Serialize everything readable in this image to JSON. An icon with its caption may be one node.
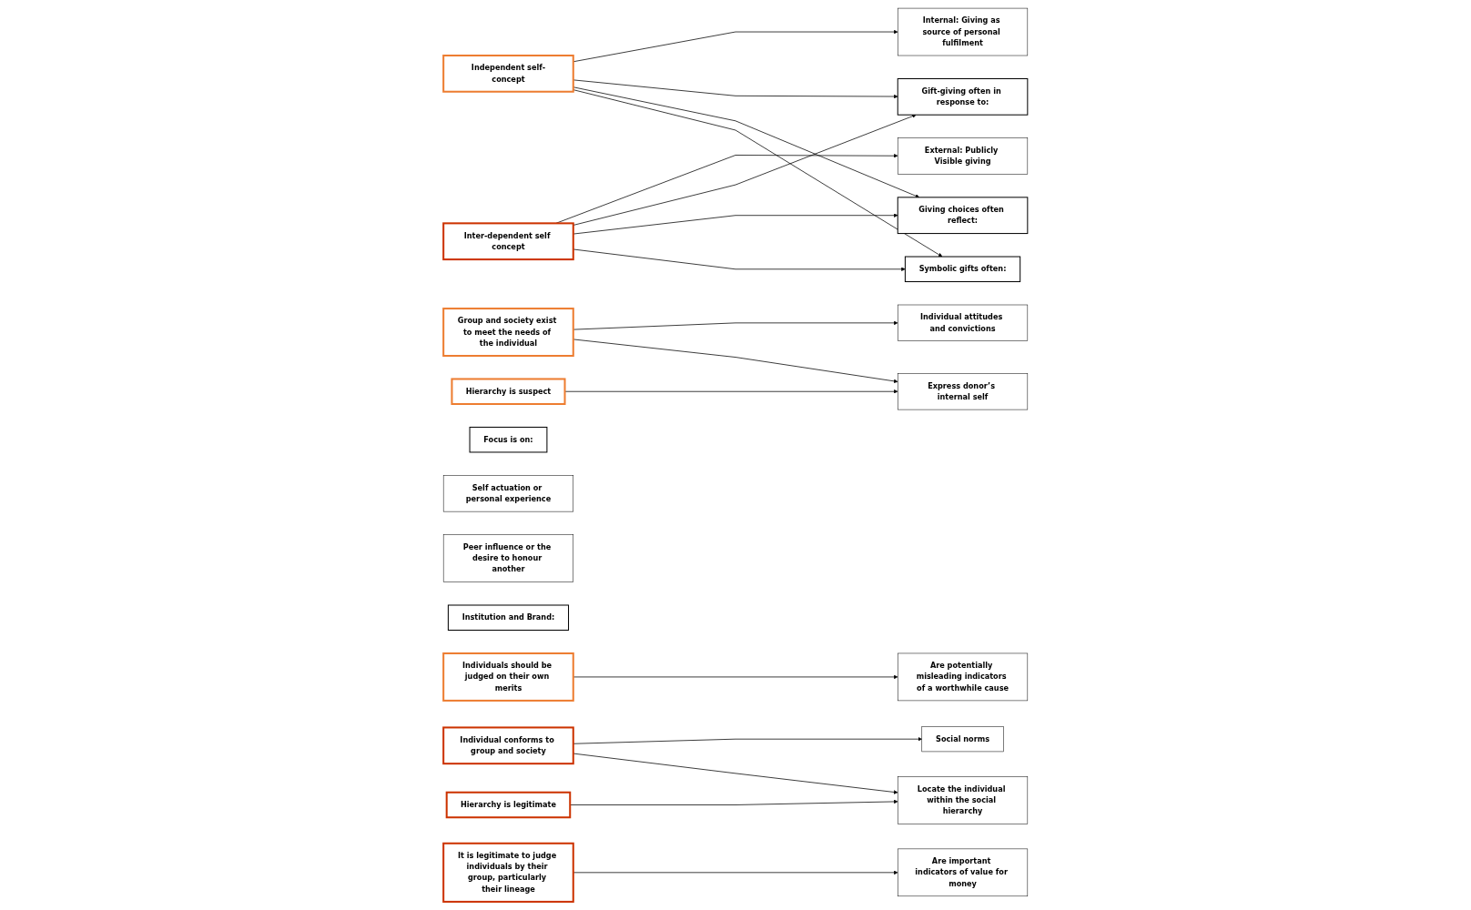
{
  "diagram": {
    "nodes": [
      {
        "text": [
          "Independent self-concept"
        ]
      },
      {
        "text": [
          "Group and society exist to meet the needs of the individual"
        ]
      },
      {
        "text": [
          "Hierarchy is suspect"
        ]
      },
      {
        "text": [
          "Individuals should be judged on their own merits"
        ]
      },
      {
        "text": [
          "Focus is on:"
        ]
      },
      {
        "text": [
          "Internal: Giving as source of personal fulfilment"
        ]
      },
      {
        "text": [
          "External: Publicly Visible giving"
        ]
      },
      {
        "text": [
          "Gift-giving often in response to:"
        ]
      },
      {
        "text": [
          "Self actuation or personal experience"
        ]
      },
      {
        "text": [
          "Peer influence or the desire to honour another"
        ]
      },
      {
        "text": [
          "Giving choices often reflect:"
        ]
      },
      {
        "text": [
          "Individual attitudes and convictions"
        ]
      },
      {
        "text": [
          "Social norms"
        ]
      },
      {
        "text": [
          "Symbolic gifts often:"
        ]
      },
      {
        "text": [
          "Express donor’s internal self"
        ]
      },
      {
        "text": [
          "Locate the individual within the social hierarchy"
        ]
      },
      {
        "text": [
          "Institution and Brand:"
        ]
      },
      {
        "text": [
          "Are potentially misleading indicators of a worthwhile cause"
        ]
      },
      {
        "text": [
          "Are important indicators of value for money"
        ]
      },
      {
        "text": [
          "Inter-dependent self concept"
        ]
      },
      {
        "text": [
          "Individual conforms to group and society"
        ]
      },
      {
        "text": [
          "Hierarchy is legitimate"
        ]
      },
      {
        "text": [
          "It is legitimate to judge individuals by their group, particularly their lineage"
        ]
      }
    ],
    "edges": [
      {
        "from": 0,
        "to": 5,
        "arrow": "to"
      },
      {
        "from": 0,
        "to": 7,
        "arrow": "to"
      },
      {
        "from": 0,
        "to": 10,
        "arrow": "to"
      },
      {
        "from": 0,
        "to": 13,
        "arrow": "to"
      },
      {
        "from": 1,
        "to": 11,
        "arrow": "to"
      },
      {
        "from": 1,
        "to": 14,
        "arrow": "to"
      },
      {
        "from": 2,
        "to": 14,
        "arrow": "to"
      },
      {
        "from": 3,
        "to": 17,
        "arrow": "to"
      },
      {
        "from": 19,
        "to": 6,
        "arrow": "to"
      },
      {
        "from": 19,
        "to": 7,
        "arrow": "to"
      },
      {
        "from": 19,
        "to": 10,
        "arrow": "to"
      },
      {
        "from": 19,
        "to": 13,
        "arrow": "to"
      },
      {
        "from": 20,
        "to": 12,
        "arrow": "to"
      },
      {
        "from": 20,
        "to": 15,
        "arrow": "to"
      },
      {
        "from": 21,
        "to": 15,
        "arrow": "to"
      },
      {
        "from": 22,
        "to": 18,
        "arrow": "to"
      }
    ]
  }
}
